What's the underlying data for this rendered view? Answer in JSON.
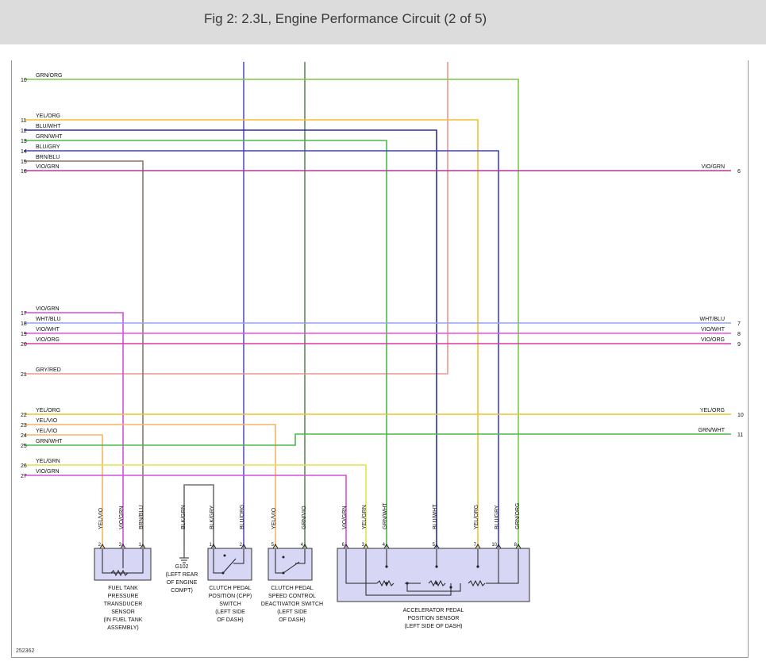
{
  "title": "Fig 2: 2.3L, Engine Performance Circuit (2 of 5)",
  "figure_ref": "252362",
  "colors": {
    "GRN/ORG": "#7ac943",
    "YEL/ORG": "#f2c12e",
    "BLU/WHT": "#2b2f9e",
    "GRN/WHT": "#4cb848",
    "BLU/GRY": "#3b3fd6",
    "BRN/BLU": "#8b7765",
    "VIO/GRN": "#b8379b",
    "WHT/BLU": "#8fa7e8",
    "VIO/WHT": "#e354e8",
    "VIO/ORG": "#d63aa8",
    "GRY/RED": "#e79a8e",
    "YEL/VIO": "#f3b660",
    "YEL/GRN": "#dfe34a",
    "BLK/GRN": "#3f6b3f",
    "BLK/GRY": "#707070",
    "BLU/ORG": "#5a4fd0",
    "VIO/GRN_L": "#d54fd8"
  },
  "wires_left": [
    {
      "num": "10",
      "label": "GRN/ORG"
    },
    {
      "num": "11",
      "label": "YEL/ORG"
    },
    {
      "num": "12",
      "label": "BLU/WHT"
    },
    {
      "num": "13",
      "label": "GRN/WHT"
    },
    {
      "num": "14",
      "label": "BLU/GRY"
    },
    {
      "num": "15",
      "label": "BRN/BLU"
    },
    {
      "num": "16",
      "label": "VIO/GRN"
    },
    {
      "num": "17",
      "label": "VIO/GRN"
    },
    {
      "num": "18",
      "label": "WHT/BLU"
    },
    {
      "num": "19",
      "label": "VIO/WHT"
    },
    {
      "num": "20",
      "label": "VIO/ORG"
    },
    {
      "num": "21",
      "label": "GRY/RED"
    },
    {
      "num": "22",
      "label": "YEL/ORG"
    },
    {
      "num": "23",
      "label": "YEL/VIO"
    },
    {
      "num": "24",
      "label": "YEL/VIO"
    },
    {
      "num": "25",
      "label": "GRN/WHT"
    },
    {
      "num": "26",
      "label": "YEL/GRN"
    },
    {
      "num": "27",
      "label": "VIO/GRN"
    }
  ],
  "wires_right": [
    {
      "num": "6",
      "label": "VIO/GRN"
    },
    {
      "num": "7",
      "label": "WHT/BLU"
    },
    {
      "num": "8",
      "label": "VIO/WHT"
    },
    {
      "num": "9",
      "label": "VIO/ORG"
    },
    {
      "num": "10",
      "label": "YEL/ORG"
    },
    {
      "num": "11",
      "label": "GRN/WHT"
    }
  ],
  "vertical_wire_labels": [
    {
      "label": "YEL/VIO"
    },
    {
      "label": "VIO/GRN"
    },
    {
      "label": "BRN/BLU"
    },
    {
      "label": "BLK/GRN"
    },
    {
      "label": "BLK/GRY"
    },
    {
      "label": "BLU/ORG"
    },
    {
      "label": "YEL/VIO"
    },
    {
      "label": "GRN/VIO"
    },
    {
      "label": "VIO/GRN"
    },
    {
      "label": "YEL/GRN"
    },
    {
      "label": "GRN/WHT"
    },
    {
      "label": "BLU/WHT"
    },
    {
      "label": "YEL/ORG"
    },
    {
      "label": "BLU/GRY"
    },
    {
      "label": "GRN/ORG"
    }
  ],
  "pins": {
    "ftp": [
      "2",
      "3",
      "1"
    ],
    "cpp": [
      "1",
      "2"
    ],
    "cps": [
      "5",
      "4"
    ],
    "app": [
      "6",
      "3",
      "4",
      "5",
      "7",
      "10",
      "8"
    ]
  },
  "components": {
    "ftp": [
      "FUEL TANK",
      "PRESSURE",
      "TRANSDUCER",
      "SENSOR",
      "(IN FUEL TANK",
      "ASSEMBLY)"
    ],
    "g102": [
      "G102",
      "(LEFT REAR",
      "OF ENGINE",
      "COMPT)"
    ],
    "cpp": [
      "CLUTCH PEDAL",
      "POSITION (CPP)",
      "SWITCH",
      "(LEFT SIDE",
      "OF DASH)"
    ],
    "cps": [
      "CLUTCH PEDAL",
      "SPEED CONTROL",
      "DEACTIVATOR SWITCH",
      "(LEFT SIDE",
      "OF DASH)"
    ],
    "app": [
      "ACCELERATOR PEDAL",
      "POSITION SENSOR",
      "(LEFT SIDE OF DASH)"
    ]
  }
}
